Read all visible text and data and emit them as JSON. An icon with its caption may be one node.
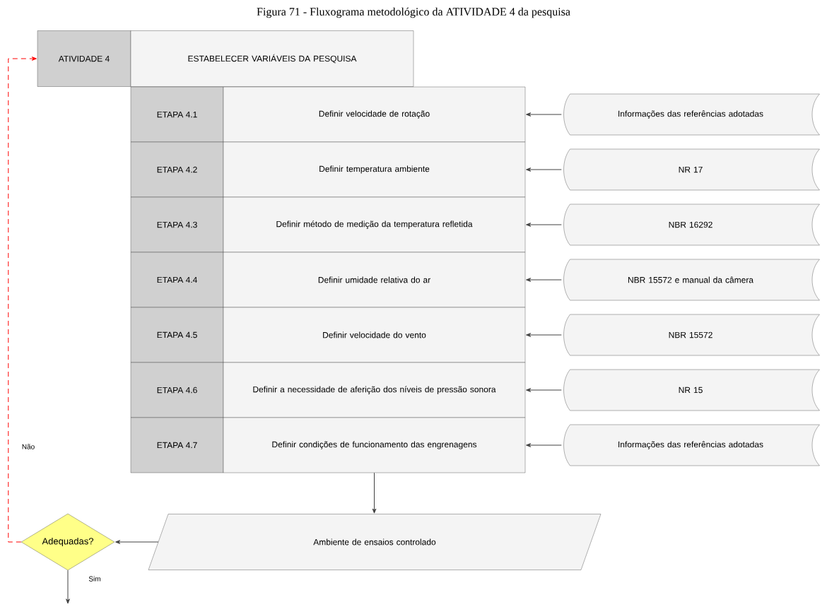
{
  "diagram": {
    "title": "Figura 71 - Fluxograma metodológico da ATIVIDADE 4 da pesquisa",
    "nodes": [
      {
        "text": [
          "ATIVIDADE 4"
        ]
      },
      {
        "text": [
          "ESTABELECER VARIÁVEIS DA PESQUISA"
        ]
      },
      {
        "text": [
          "ETAPA 4.1"
        ]
      },
      {
        "text": [
          "Definir velocidade de rotação"
        ]
      },
      {
        "text": [
          "Informações das referências adotadas"
        ]
      },
      {
        "text": [
          "ETAPA 4.2"
        ]
      },
      {
        "text": [
          "Definir temperatura ambiente"
        ]
      },
      {
        "text": [
          "NR 17"
        ]
      },
      {
        "text": [
          "ETAPA 4.3"
        ]
      },
      {
        "text": [
          "Definir método de medição da temperatura refletida"
        ]
      },
      {
        "text": [
          "NBR 16292"
        ]
      },
      {
        "text": [
          "ETAPA 4.4"
        ]
      },
      {
        "text": [
          "Definir umidade relativa do ar"
        ]
      },
      {
        "text": [
          "NBR 15572 e manual da câmera"
        ]
      },
      {
        "text": [
          "ETAPA 4.5"
        ]
      },
      {
        "text": [
          "Definir velocidade do vento"
        ]
      },
      {
        "text": [
          "NBR 15572"
        ]
      },
      {
        "text": [
          "ETAPA 4.6"
        ]
      },
      {
        "text": [
          "Definir a necessidade de aferição dos níveis de pressão sonora"
        ]
      },
      {
        "text": [
          "NR 15"
        ]
      },
      {
        "text": [
          "ETAPA 4.7"
        ]
      },
      {
        "text": [
          "Definir condições de funcionamento das engrenagens"
        ]
      },
      {
        "text": [
          "Informações das referências adotadas"
        ]
      },
      {
        "text": [
          "Ambiente de ensaios controlado"
        ]
      },
      {
        "text": [
          "Adequadas?"
        ]
      }
    ],
    "edges": [
      {
        "from": 4,
        "to": 3,
        "arrow": "to"
      },
      {
        "from": 7,
        "to": 6,
        "arrow": "to"
      },
      {
        "from": 10,
        "to": 9,
        "arrow": "to"
      },
      {
        "from": 13,
        "to": 12,
        "arrow": "to"
      },
      {
        "from": 16,
        "to": 15,
        "arrow": "to"
      },
      {
        "from": 19,
        "to": 18,
        "arrow": "to"
      },
      {
        "from": 22,
        "to": 21,
        "arrow": "to"
      },
      {
        "from": 21,
        "to": 23,
        "arrow": "to"
      },
      {
        "from": 23,
        "to": 24,
        "arrow": "to"
      },
      {
        "from": 24,
        "to": null,
        "arrow": "to",
        "label": "Sim"
      },
      {
        "from": 24,
        "to": 0,
        "arrow": "to",
        "label": "Não",
        "style": "dashed",
        "color": "#ff0000"
      }
    ]
  }
}
